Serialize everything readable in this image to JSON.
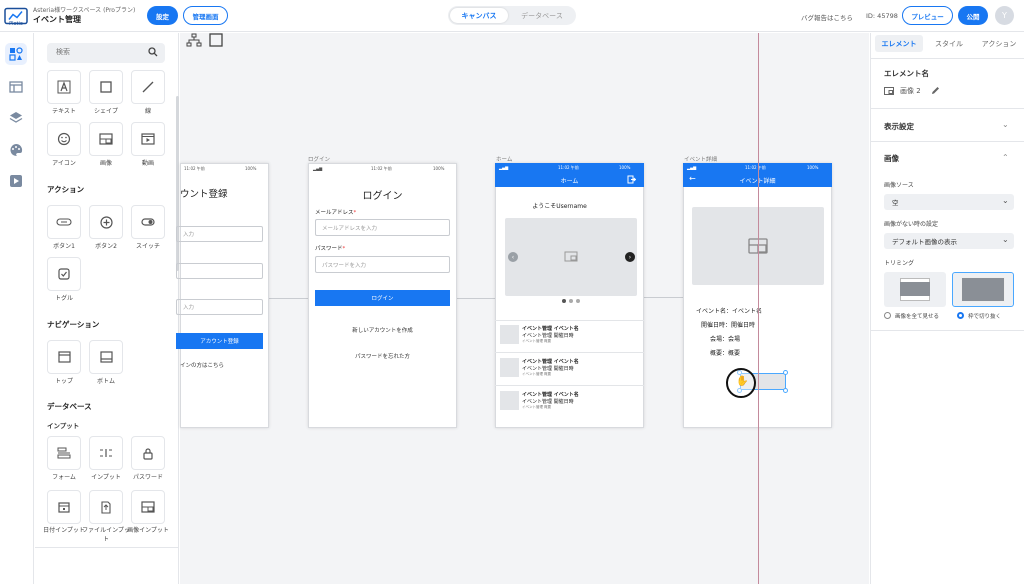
{
  "header": {
    "logo_text": "Plotio",
    "workspace": "Asteria様ワークスペース (Proプラン)",
    "project": "イベント管理",
    "settings_btn": "設定",
    "admin_btn": "管理画面",
    "tab_canvas": "キャンバス",
    "tab_database": "データベース",
    "bug_report": "バグ報告はこちら",
    "id_text": "ID: 45798",
    "preview_btn": "プレビュー",
    "publish_btn": "公開",
    "avatar": "Y"
  },
  "panel": {
    "search_placeholder": "検索",
    "basic": [
      {
        "label": "テキスト",
        "icon": "text-icon"
      },
      {
        "label": "シェイプ",
        "icon": "shape-icon"
      },
      {
        "label": "線",
        "icon": "line-icon"
      },
      {
        "label": "アイコン",
        "icon": "smiley-icon"
      },
      {
        "label": "画像",
        "icon": "image-icon"
      },
      {
        "label": "動画",
        "icon": "video-icon"
      }
    ],
    "action_title": "アクション",
    "actions": [
      {
        "label": "ボタン1",
        "icon": "button-icon"
      },
      {
        "label": "ボタン2",
        "icon": "plus-circle-icon"
      },
      {
        "label": "スイッチ",
        "icon": "switch-icon"
      },
      {
        "label": "トグル",
        "icon": "checkbox-icon"
      }
    ],
    "nav_title": "ナビゲーション",
    "navs": [
      {
        "label": "トップ",
        "icon": "top-nav-icon"
      },
      {
        "label": "ボトム",
        "icon": "bottom-nav-icon"
      }
    ],
    "db_title": "データベース",
    "input_title": "インプット",
    "inputs": [
      {
        "label": "フォーム",
        "icon": "form-icon"
      },
      {
        "label": "インプット",
        "icon": "input-icon"
      },
      {
        "label": "パスワード",
        "icon": "lock-icon"
      },
      {
        "label": "日付インプット",
        "icon": "calendar-icon"
      },
      {
        "label": "ファイルインプット",
        "icon": "file-upload-icon"
      },
      {
        "label": "画像インプット",
        "icon": "image-input-icon"
      }
    ]
  },
  "canvas": {
    "screen_label_login": "ログイン",
    "screen_label_home": "ホーム",
    "screen_label_detail": "イベント詳細",
    "status_time": "11:02 午前",
    "status_batt": "100%",
    "signup": {
      "title": "ウント登録",
      "ph1": "入力",
      "ph2": "入力",
      "btn": "アカウント登録",
      "link": "インの方はこちら"
    },
    "login": {
      "title": "ログイン",
      "email_label": "メールアドレス",
      "email_ph": "メールアドレスを入力",
      "pw_label": "パスワード",
      "pw_ph": "パスワードを入力",
      "btn": "ログイン",
      "create": "新しいアカウントを作成",
      "forgot": "パスワードを忘れた方"
    },
    "home": {
      "title": "ホーム",
      "welcome": "ようこそUsername",
      "items": [
        {
          "title": "イベント管理 イベント名",
          "sub": "イベント管理 開催日時",
          "meta": "イベント管理 概要"
        },
        {
          "title": "イベント管理 イベント名",
          "sub": "イベント管理 開催日時",
          "meta": "イベント管理 概要"
        },
        {
          "title": "イベント管理 イベント名",
          "sub": "イベント管理 開催日時",
          "meta": "イベント管理 概要"
        }
      ]
    },
    "detail": {
      "title": "イベント詳細",
      "rows": [
        "イベント名：イベント名",
        "開催日時：開催日時",
        "会場：会場",
        "概要：概要"
      ]
    }
  },
  "rpanel": {
    "tabs": [
      "エレメント",
      "スタイル",
      "アクション"
    ],
    "element_name_title": "エレメント名",
    "element_name": "画像 2",
    "display_title": "表示設定",
    "image_title": "画像",
    "source_label": "画像ソース",
    "source_value": "空",
    "empty_label": "画像がない時の設定",
    "empty_value": "デフォルト画像の表示",
    "trim_label": "トリミング",
    "radio1": "画像を全て見せる",
    "radio2": "枠で切り抜く"
  },
  "colors": {
    "accent": "#1877f2",
    "pink_guide": "#c48a9c"
  }
}
